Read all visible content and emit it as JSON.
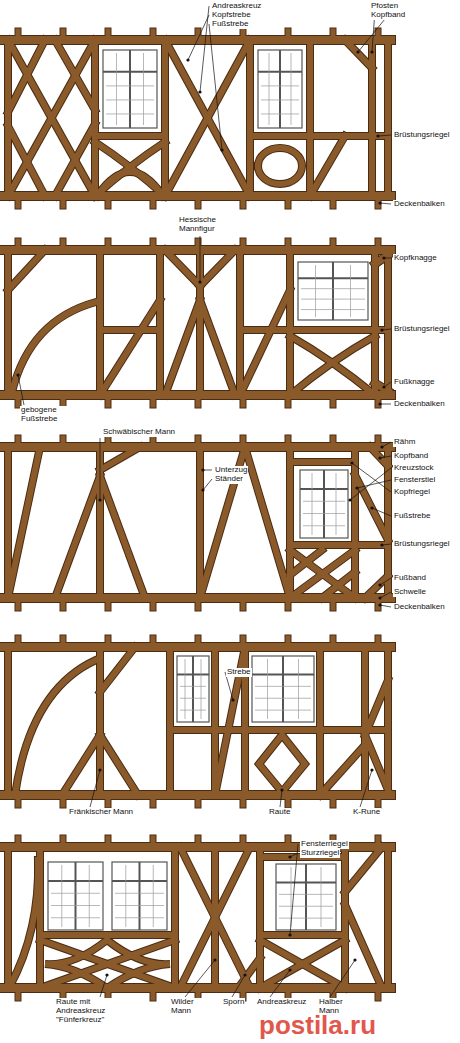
{
  "diagram": {
    "labels": [
      "Andreaskreuz",
      "Kopfstrebe",
      "Fußstrebe",
      "Pfosten",
      "Kopfband",
      "Brüstungsriegel",
      "Deckenbalken",
      "Hessische Mannfigur",
      "Kopfknagge",
      "Brüstungsriegel",
      "Fußknagge",
      "Deckenbalken",
      "gebogene Fußstrebe",
      "Schwäbischer Mann",
      "Unterzug",
      "Ständer",
      "Rähm",
      "Kopfband",
      "Kreuzstock",
      "Fensterstiel",
      "Kopfriegel",
      "Fußstrebe",
      "Brüstungsriegel",
      "Fußband",
      "Schwelle",
      "Deckenbalken",
      "Strebe",
      "Fränkischer Mann",
      "Raute",
      "K-Rune",
      "Fensterriegel",
      "Sturzriegel",
      "Raute mit Andreaskreuz \"Fünferkreuz\"",
      "Wilder Mann",
      "Sporn",
      "Andreaskreuz",
      "Halber Mann",
      "postila.ru"
    ]
  }
}
